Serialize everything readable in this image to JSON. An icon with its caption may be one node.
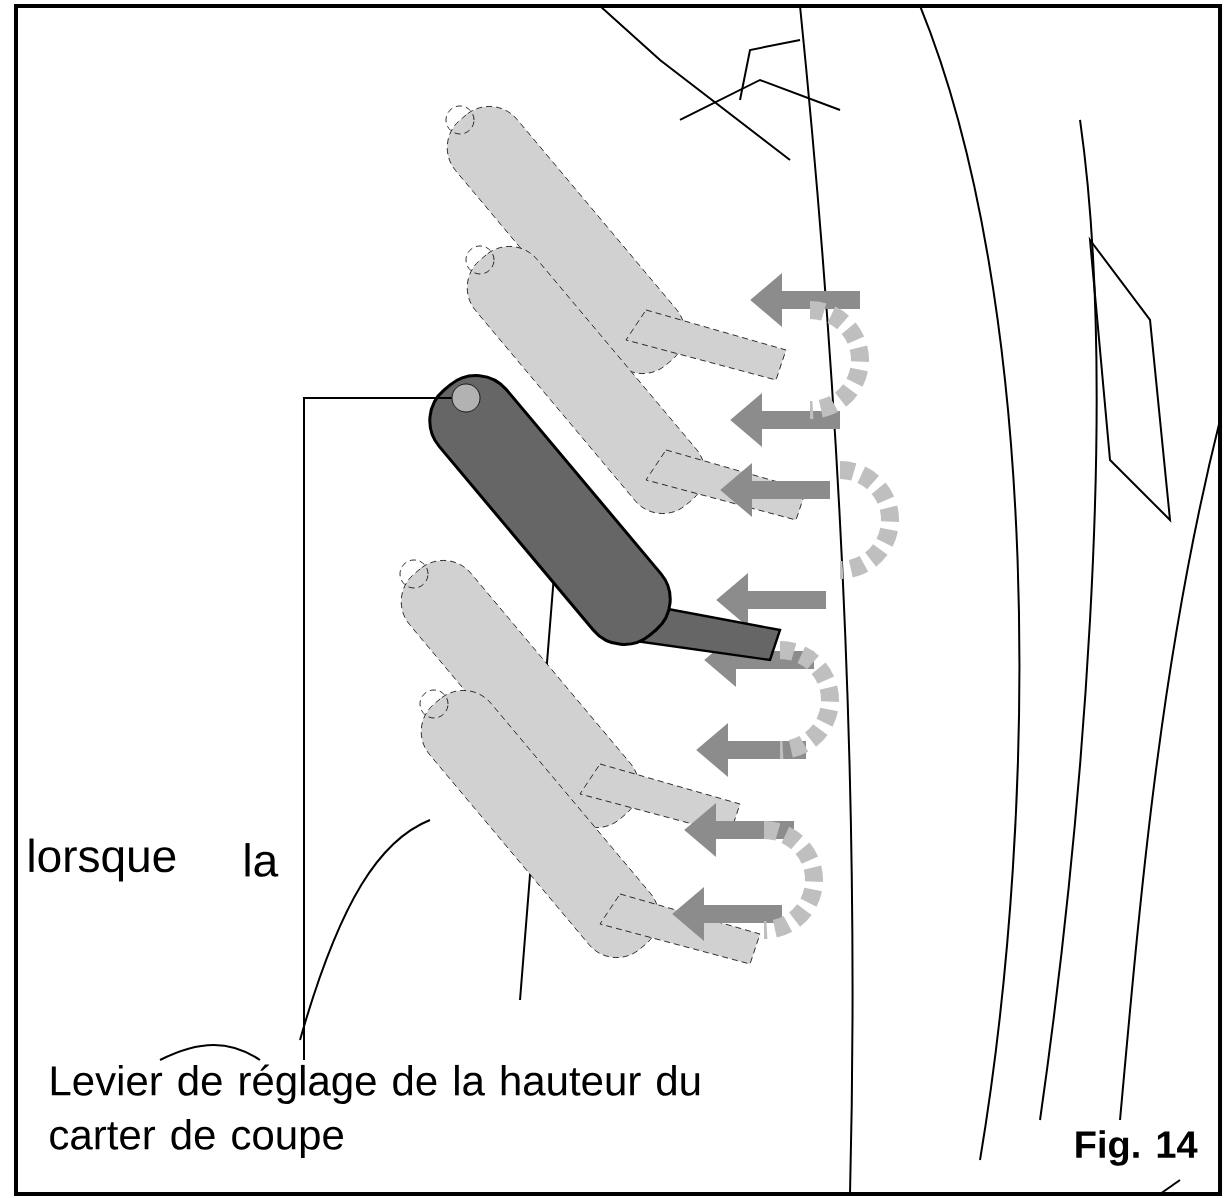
{
  "diagram": {
    "nodes": [
      {
        "text": [
          "Levier de réglage de la hauteur du carter de coupe"
        ]
      },
      {
        "text": [],
        "shape": "picture"
      }
    ],
    "edges": [
      {
        "from": 0,
        "to": 1,
        "arrow": "none"
      }
    ],
    "labels": [
      "lorsque",
      "la",
      "Fig. 14"
    ]
  }
}
